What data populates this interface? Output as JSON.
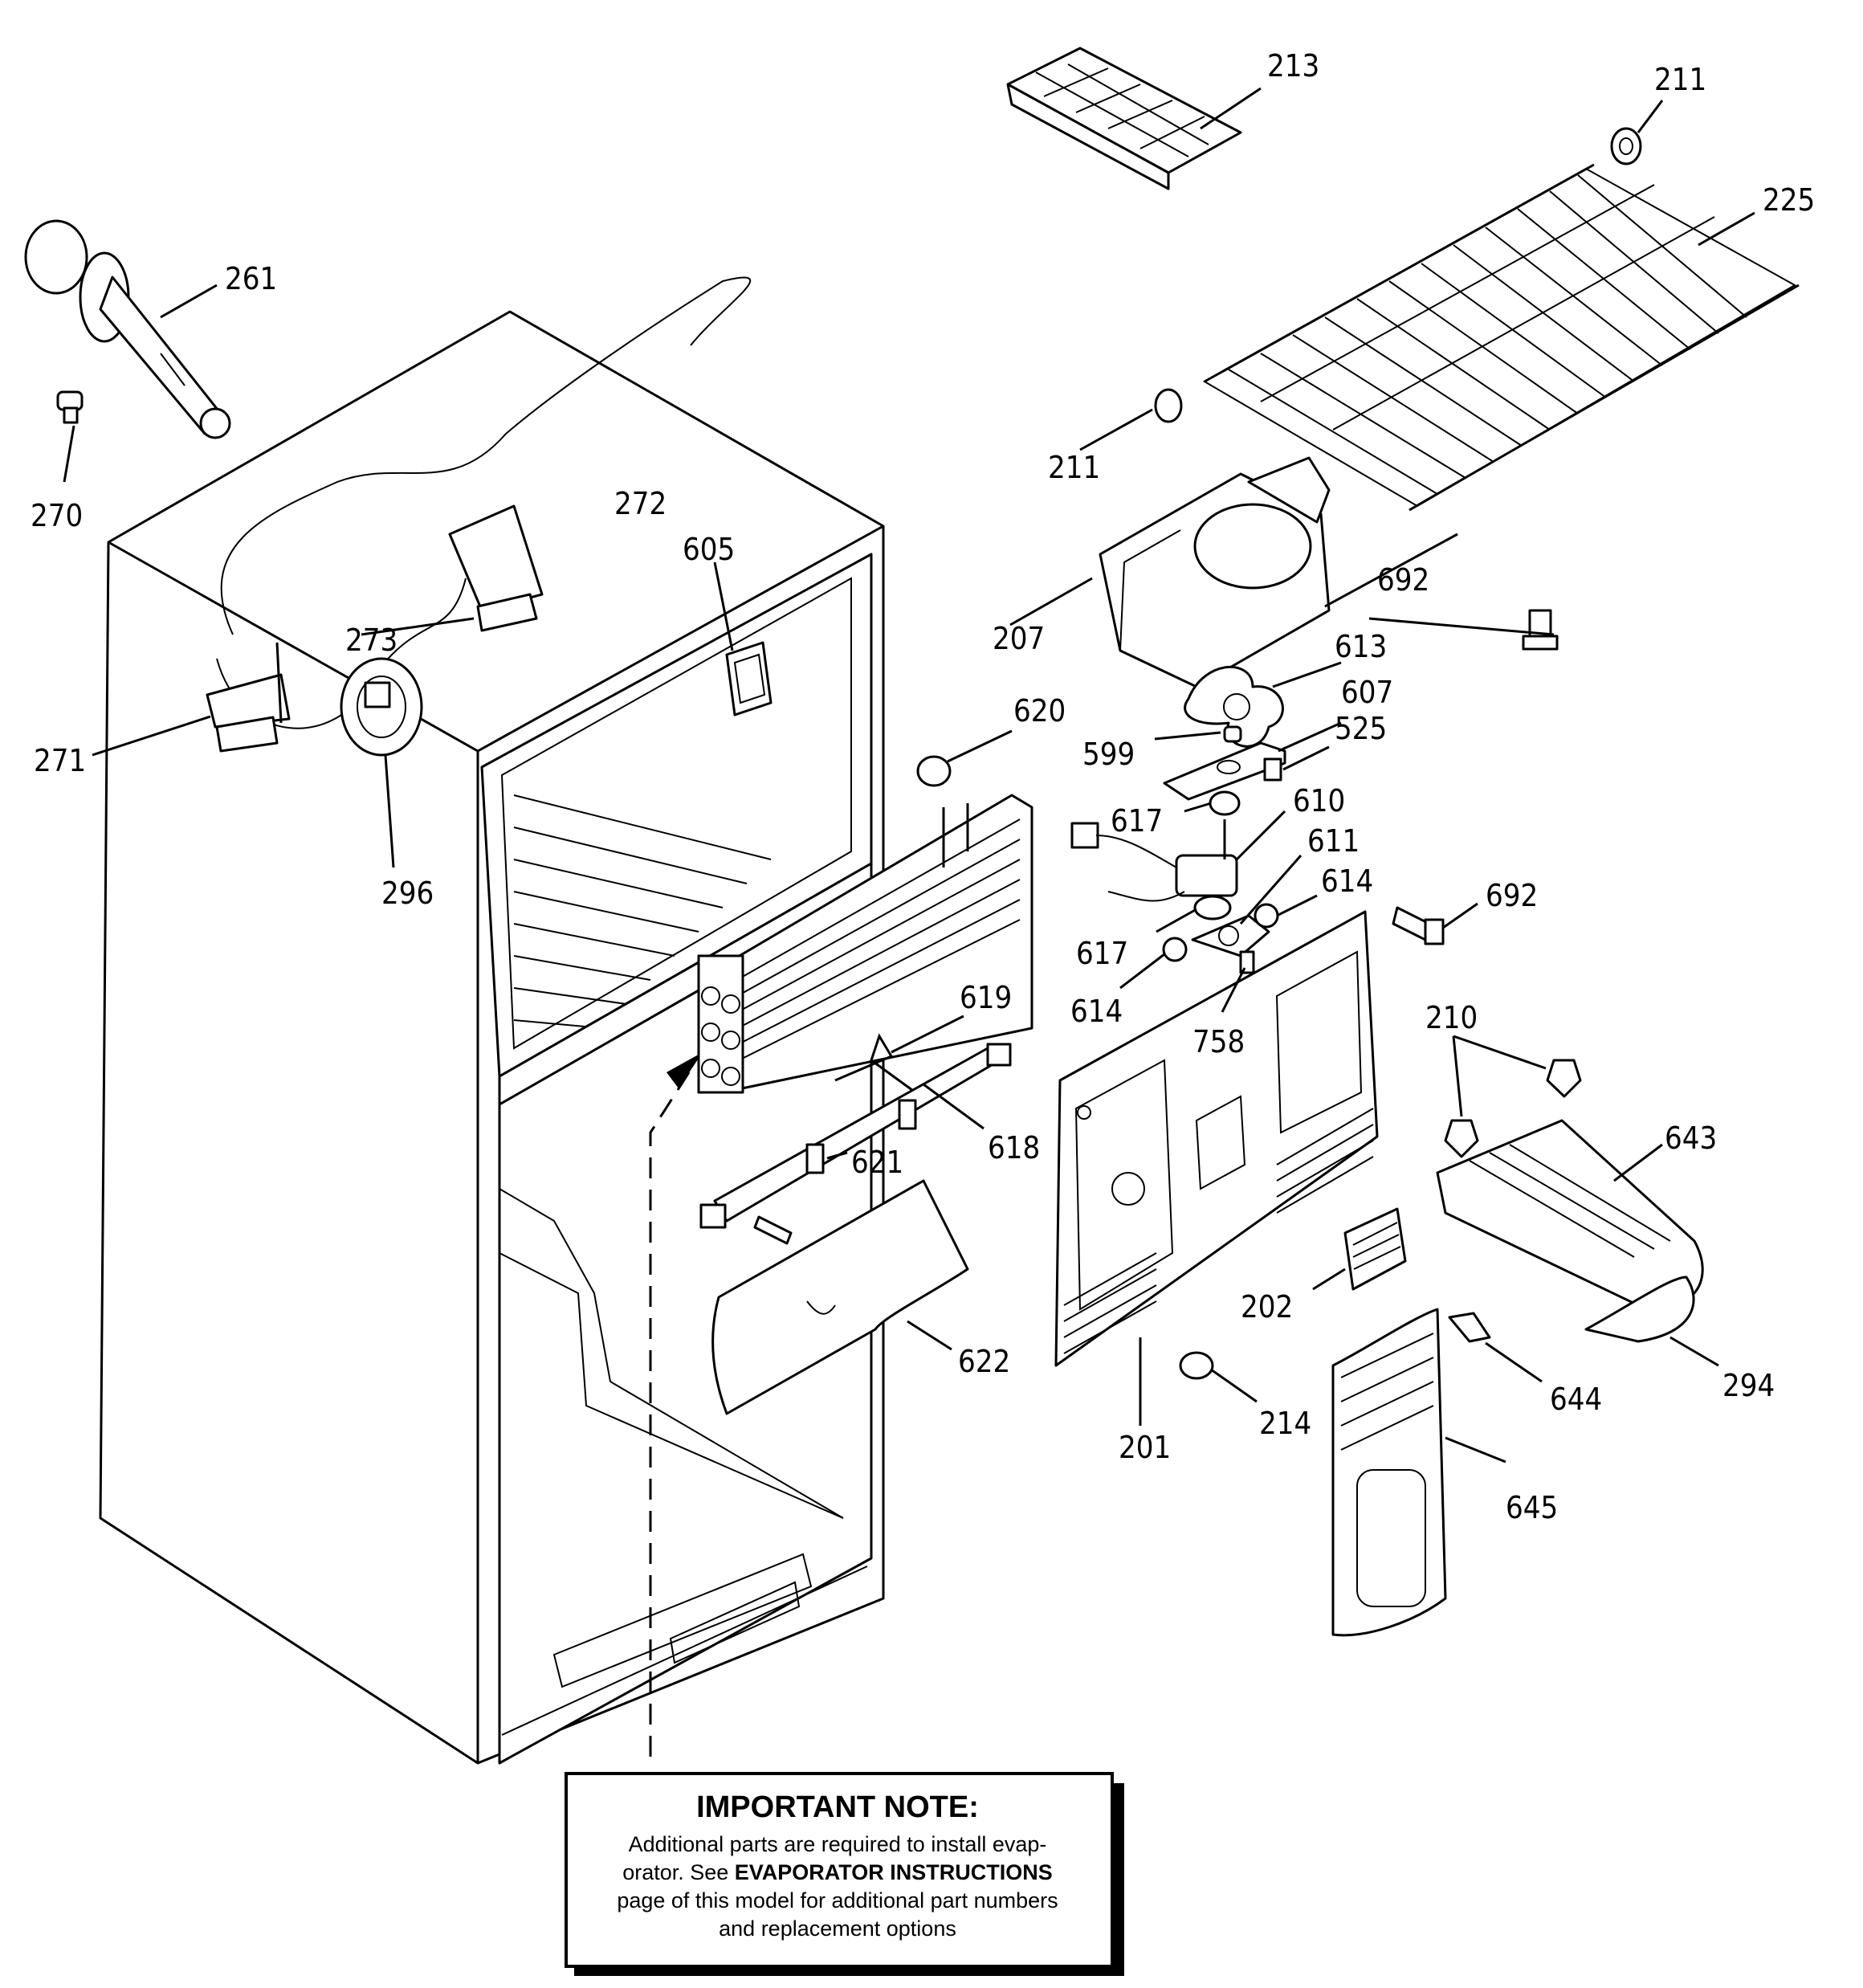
{
  "diagram": {
    "callouts": [
      "213",
      "211",
      "225",
      "261",
      "270",
      "211",
      "272",
      "605",
      "207",
      "692",
      "613",
      "273",
      "271",
      "296",
      "620",
      "607",
      "599",
      "525",
      "617",
      "610",
      "611",
      "614",
      "617",
      "692",
      "614",
      "758",
      "619",
      "210",
      "618",
      "621",
      "643",
      "202",
      "622",
      "644",
      "294",
      "201",
      "214",
      "645"
    ]
  },
  "note": {
    "title": "IMPORTANT NOTE:",
    "line1": "Additional parts are required to install evap-",
    "line2_prefix": "orator.  See ",
    "line2_bold": "EVAPORATOR INSTRUCTIONS",
    "line3": "page of this model for additional part numbers",
    "line4": "and replacement options"
  }
}
